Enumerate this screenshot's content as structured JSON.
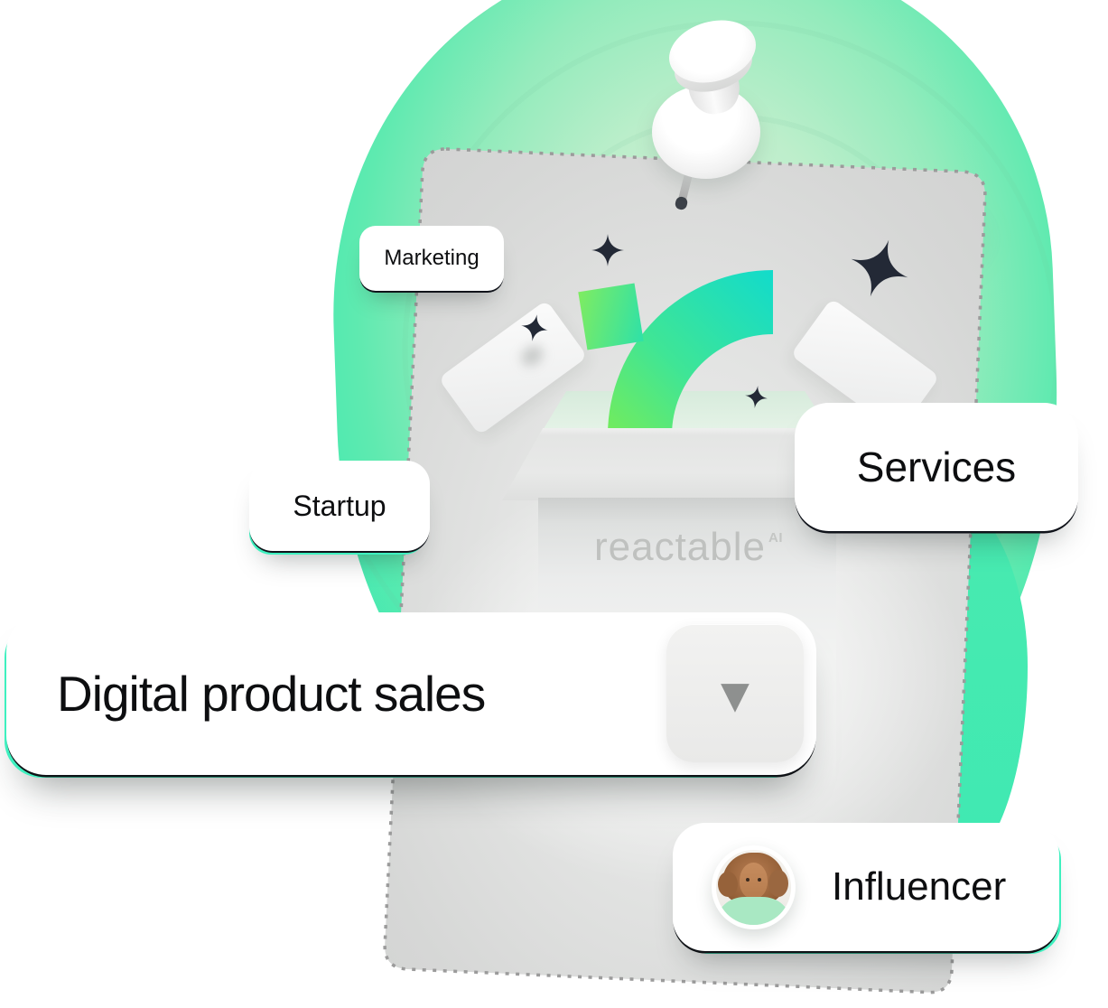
{
  "tags": {
    "marketing": "Marketing",
    "startup": "Startup",
    "services": "Services",
    "influencer": "Influencer"
  },
  "dropdown": {
    "value": "Digital product sales",
    "arrow_icon": "▼"
  },
  "logo": {
    "text": "reactable",
    "superscript": "AI"
  },
  "icons": {
    "pushpin": "pushpin-3d",
    "sparkle": "four-point-star",
    "dropdown_arrow": "triangle-down"
  },
  "colors": {
    "mint_accent": "#3FE9B2",
    "arc_green": "#74EC5B",
    "arc_teal": "#12DBCB",
    "sparkle_navy": "#232936",
    "teal_shadow": "#3EF0BF",
    "ink": "#0D0E10",
    "logo_gray": "#C0C2C0",
    "card_gray": "#DDDEDD"
  }
}
